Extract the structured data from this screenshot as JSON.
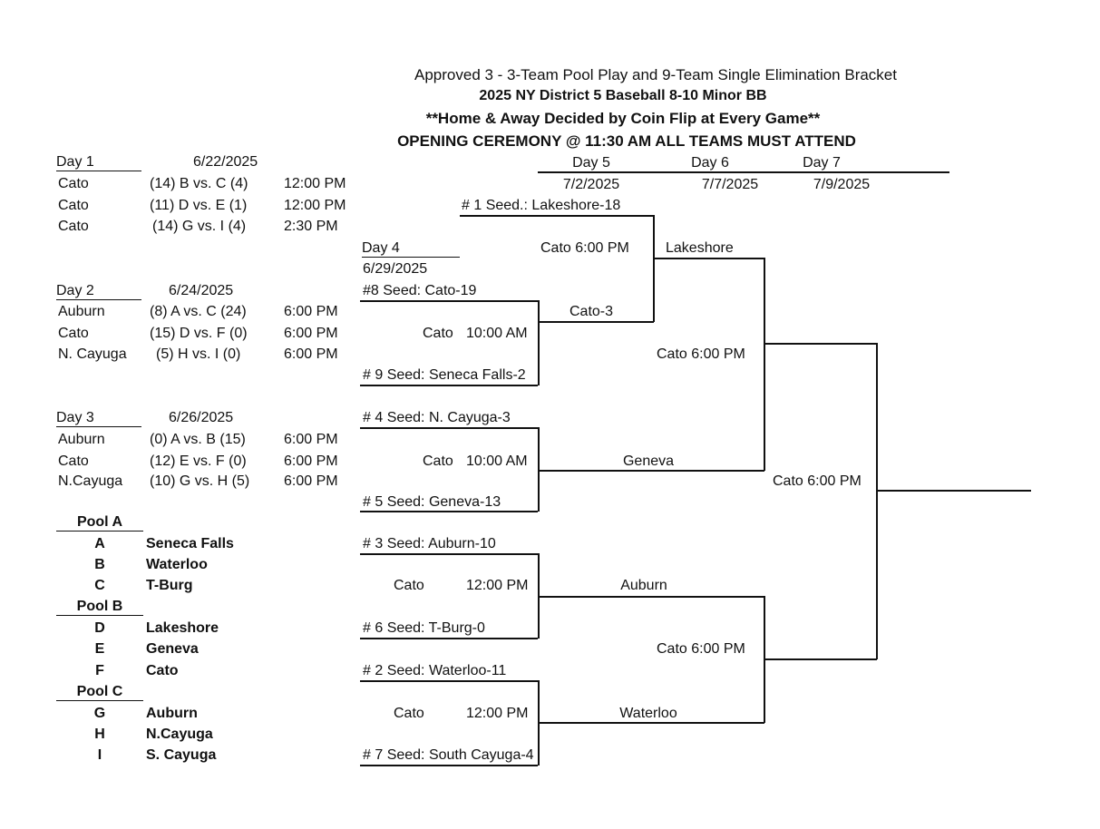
{
  "header": {
    "line1": "Approved 3 - 3-Team Pool Play and 9-Team Single Elimination Bracket",
    "line2": "2025 NY District 5 Baseball 8-10 Minor BB",
    "line3": "**Home & Away Decided by Coin Flip at Every Game**",
    "line4": "OPENING CEREMONY @ 11:30 AM ALL TEAMS MUST ATTEND"
  },
  "pool_days": [
    {
      "label": "Day 1",
      "date": "6/22/2025",
      "games": [
        {
          "site": "Cato",
          "game": "(14) B vs. C (4)",
          "time": "12:00 PM"
        },
        {
          "site": "Cato",
          "game": "(11) D vs. E (1)",
          "time": "12:00 PM"
        },
        {
          "site": "Cato",
          "game": "(14) G vs. I (4)",
          "time": "2:30 PM"
        }
      ]
    },
    {
      "label": "Day 2",
      "date": "6/24/2025",
      "games": [
        {
          "site": "Auburn",
          "game": "(8) A vs. C (24)",
          "time": "6:00 PM"
        },
        {
          "site": "Cato",
          "game": "(15) D vs. F (0)",
          "time": "6:00 PM"
        },
        {
          "site": "N. Cayuga",
          "game": "(5) H vs. I (0)",
          "time": "6:00 PM"
        }
      ]
    },
    {
      "label": "Day 3",
      "date": "6/26/2025",
      "games": [
        {
          "site": "Auburn",
          "game": "(0) A vs. B (15)",
          "time": "6:00 PM"
        },
        {
          "site": "Cato",
          "game": "(12) E vs. F (0)",
          "time": "6:00 PM"
        },
        {
          "site": "N.Cayuga",
          "game": "(10) G vs. H (5)",
          "time": "6:00 PM"
        }
      ]
    }
  ],
  "pools": [
    {
      "name": "Pool A",
      "teams": [
        {
          "letter": "A",
          "team": "Seneca Falls"
        },
        {
          "letter": "B",
          "team": "Waterloo"
        },
        {
          "letter": "C",
          "team": "T-Burg"
        }
      ]
    },
    {
      "name": "Pool B",
      "teams": [
        {
          "letter": "D",
          "team": "Lakeshore"
        },
        {
          "letter": "E",
          "team": "Geneva"
        },
        {
          "letter": "F",
          "team": "Cato"
        }
      ]
    },
    {
      "name": "Pool C",
      "teams": [
        {
          "letter": "G",
          "team": "Auburn"
        },
        {
          "letter": "H",
          "team": "N.Cayuga"
        },
        {
          "letter": "I",
          "team": "S. Cayuga"
        }
      ]
    }
  ],
  "bracket": {
    "day4": {
      "label": "Day 4",
      "date": "6/29/2025"
    },
    "day5": {
      "label": "Day 5",
      "date": "7/2/2025"
    },
    "day6": {
      "label": "Day 6",
      "date": "7/7/2025"
    },
    "day7": {
      "label": "Day 7",
      "date": "7/9/2025"
    },
    "seed1": "# 1 Seed.: Lakeshore-18",
    "seed8": "#8 Seed: Cato-19",
    "seed9": "# 9 Seed: Seneca Falls-2",
    "seed4": "# 4 Seed: N. Cayuga-3",
    "seed5": "# 5 Seed: Geneva-13",
    "seed3": "# 3 Seed: Auburn-10",
    "seed6": "# 6 Seed: T-Burg-0",
    "seed2": "# 2 Seed: Waterloo-11",
    "seed7": "# 7 Seed: South Cayuga-4",
    "g89_site": "Cato",
    "g89_time": "10:00 AM",
    "g89_winner": "Cato-3",
    "g1_site_time": "Cato  6:00 PM",
    "g1_winner": "Lakeshore",
    "g45_site": "Cato",
    "g45_time": "10:00 AM",
    "g45_winner": "Geneva",
    "g36_site": "Cato",
    "g36_time": "12:00 PM",
    "g36_winner": "Auburn",
    "g27_site": "Cato",
    "g27_time": "12:00 PM",
    "g27_winner": "Waterloo",
    "semi_top": "Cato 6:00 PM",
    "semi_bottom": "Cato 6:00 PM",
    "final": "Cato 6:00 PM"
  }
}
